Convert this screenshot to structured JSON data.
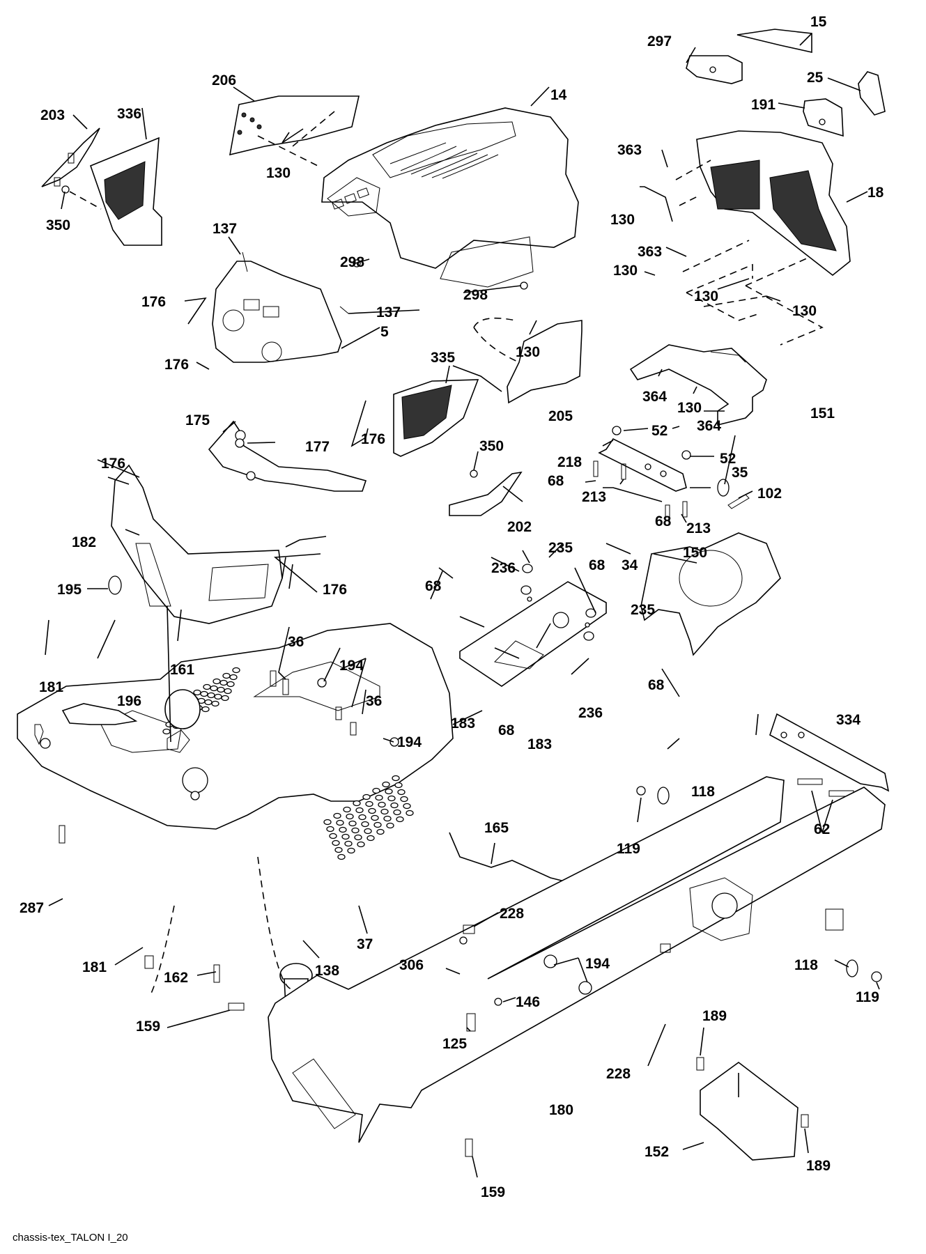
{
  "diagram": {
    "title": "Chassis / Hood parts diagram",
    "caption": "chassis-tex_TALON I_20",
    "callouts": [
      {
        "id": "c203",
        "label": "203"
      },
      {
        "id": "c336",
        "label": "336"
      },
      {
        "id": "c350a",
        "label": "350"
      },
      {
        "id": "c206",
        "label": "206"
      },
      {
        "id": "c130a",
        "label": "130"
      },
      {
        "id": "c14",
        "label": "14"
      },
      {
        "id": "c297",
        "label": "297"
      },
      {
        "id": "c15",
        "label": "15"
      },
      {
        "id": "c25",
        "label": "25"
      },
      {
        "id": "c191",
        "label": "191"
      },
      {
        "id": "c363a",
        "label": "363"
      },
      {
        "id": "c130b",
        "label": "130"
      },
      {
        "id": "c18",
        "label": "18"
      },
      {
        "id": "c363b",
        "label": "363"
      },
      {
        "id": "c130c",
        "label": "130"
      },
      {
        "id": "c130d",
        "label": "130"
      },
      {
        "id": "c130e",
        "label": "130"
      },
      {
        "id": "c137a",
        "label": "137"
      },
      {
        "id": "c298a",
        "label": "298"
      },
      {
        "id": "c298b",
        "label": "298"
      },
      {
        "id": "c176a",
        "label": "176"
      },
      {
        "id": "c137b",
        "label": "137"
      },
      {
        "id": "c5",
        "label": "5"
      },
      {
        "id": "c130f",
        "label": "130"
      },
      {
        "id": "c176b",
        "label": "176"
      },
      {
        "id": "c335",
        "label": "335"
      },
      {
        "id": "c205",
        "label": "205"
      },
      {
        "id": "c364a",
        "label": "364"
      },
      {
        "id": "c130g",
        "label": "130"
      },
      {
        "id": "c364b",
        "label": "364"
      },
      {
        "id": "c151",
        "label": "151"
      },
      {
        "id": "c176c",
        "label": "176"
      },
      {
        "id": "c175",
        "label": "175"
      },
      {
        "id": "c177",
        "label": "177"
      },
      {
        "id": "c52a",
        "label": "52"
      },
      {
        "id": "c218",
        "label": "218"
      },
      {
        "id": "c52b",
        "label": "52"
      },
      {
        "id": "c350b",
        "label": "350"
      },
      {
        "id": "c68a",
        "label": "68"
      },
      {
        "id": "c213a",
        "label": "213"
      },
      {
        "id": "c35",
        "label": "35"
      },
      {
        "id": "c102",
        "label": "102"
      },
      {
        "id": "c176d",
        "label": "176"
      },
      {
        "id": "c68b",
        "label": "68"
      },
      {
        "id": "c213b",
        "label": "213"
      },
      {
        "id": "c202",
        "label": "202"
      },
      {
        "id": "c182",
        "label": "182"
      },
      {
        "id": "c150",
        "label": "150"
      },
      {
        "id": "c235a",
        "label": "235"
      },
      {
        "id": "c68c",
        "label": "68"
      },
      {
        "id": "c34",
        "label": "34"
      },
      {
        "id": "c195",
        "label": "195"
      },
      {
        "id": "c176e",
        "label": "176"
      },
      {
        "id": "c236a",
        "label": "236"
      },
      {
        "id": "c68d",
        "label": "68"
      },
      {
        "id": "c235b",
        "label": "235"
      },
      {
        "id": "c36a",
        "label": "36"
      },
      {
        "id": "c194a",
        "label": "194"
      },
      {
        "id": "c161",
        "label": "161"
      },
      {
        "id": "c68e",
        "label": "68"
      },
      {
        "id": "c181a",
        "label": "181"
      },
      {
        "id": "c196",
        "label": "196"
      },
      {
        "id": "c36b",
        "label": "36"
      },
      {
        "id": "c236b",
        "label": "236"
      },
      {
        "id": "c183a",
        "label": "183"
      },
      {
        "id": "c68f",
        "label": "68"
      },
      {
        "id": "c194b",
        "label": "194"
      },
      {
        "id": "c183b",
        "label": "183"
      },
      {
        "id": "c334",
        "label": "334"
      },
      {
        "id": "c118a",
        "label": "118"
      },
      {
        "id": "c62",
        "label": "62"
      },
      {
        "id": "c165",
        "label": "165"
      },
      {
        "id": "c119a",
        "label": "119"
      },
      {
        "id": "c287",
        "label": "287"
      },
      {
        "id": "c37",
        "label": "37"
      },
      {
        "id": "c228a",
        "label": "228"
      },
      {
        "id": "c181b",
        "label": "181"
      },
      {
        "id": "c162",
        "label": "162"
      },
      {
        "id": "c138",
        "label": "138"
      },
      {
        "id": "c306",
        "label": "306"
      },
      {
        "id": "c194c",
        "label": "194"
      },
      {
        "id": "c118b",
        "label": "118"
      },
      {
        "id": "c119b",
        "label": "119"
      },
      {
        "id": "c146",
        "label": "146"
      },
      {
        "id": "c159a",
        "label": "159"
      },
      {
        "id": "c189a",
        "label": "189"
      },
      {
        "id": "c125",
        "label": "125"
      },
      {
        "id": "c228b",
        "label": "228"
      },
      {
        "id": "c180",
        "label": "180"
      },
      {
        "id": "c152",
        "label": "152"
      },
      {
        "id": "c189b",
        "label": "189"
      },
      {
        "id": "c159b",
        "label": "159"
      }
    ]
  }
}
